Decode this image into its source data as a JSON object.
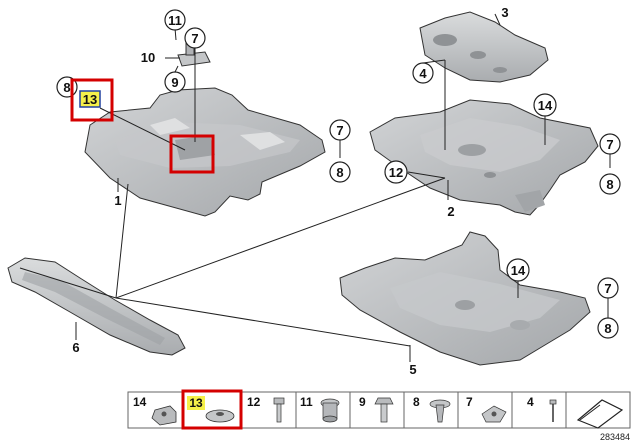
{
  "diagram": {
    "reference_number": "283484",
    "callouts": {
      "c11": "11",
      "c7a": "7",
      "c10": "10",
      "c9": "9",
      "c8a": "8",
      "c13": "13",
      "c7b": "7",
      "c8b": "8",
      "c1": "1",
      "c3": "3",
      "c4": "4",
      "c14a": "14",
      "c7c": "7",
      "c12": "12",
      "c8c": "8",
      "c2": "2",
      "c6": "6",
      "c14b": "14",
      "c7d": "7",
      "c5": "5",
      "c8d": "8"
    },
    "legend": [
      {
        "number": "14",
        "icon": "clip-nut-icon"
      },
      {
        "number": "13",
        "icon": "washer-icon",
        "highlighted": true
      },
      {
        "number": "12",
        "icon": "bolt-icon"
      },
      {
        "number": "11",
        "icon": "grommet-icon"
      },
      {
        "number": "9",
        "icon": "hex-bolt-icon"
      },
      {
        "number": "8",
        "icon": "expansion-rivet-icon"
      },
      {
        "number": "7",
        "icon": "spring-nut-icon"
      },
      {
        "number": "4",
        "icon": "screw-icon"
      },
      {
        "number": "",
        "icon": "wedge-icon"
      }
    ],
    "colors": {
      "highlight": "#d40000",
      "callout_highlight_fill": "#f5f04a",
      "panel_fill": "#b7b9bc"
    }
  }
}
